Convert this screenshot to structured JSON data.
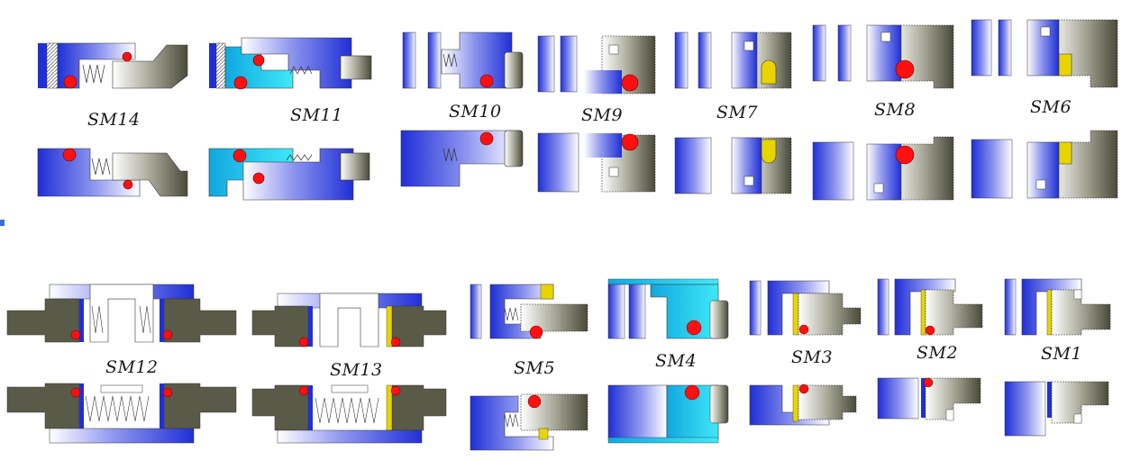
{
  "figure": {
    "labels": {
      "sm14": "SM14",
      "sm11": "SM11",
      "sm10": "SM10",
      "sm9": "SM9",
      "sm7": "SM7",
      "sm8": "SM8",
      "sm6": "SM6",
      "sm12": "SM12",
      "sm13": "SM13",
      "sm5": "SM5",
      "sm4": "SM4",
      "sm3": "SM3",
      "sm2": "SM2",
      "sm1": "SM1"
    }
  },
  "colors": {
    "seal_blue": "#1f2fd6",
    "housing_gray": "#5a5a48",
    "o_ring_red": "#ff1010",
    "cyan_insert": "#18c8e8",
    "yellow_insert": "#e8d400"
  }
}
